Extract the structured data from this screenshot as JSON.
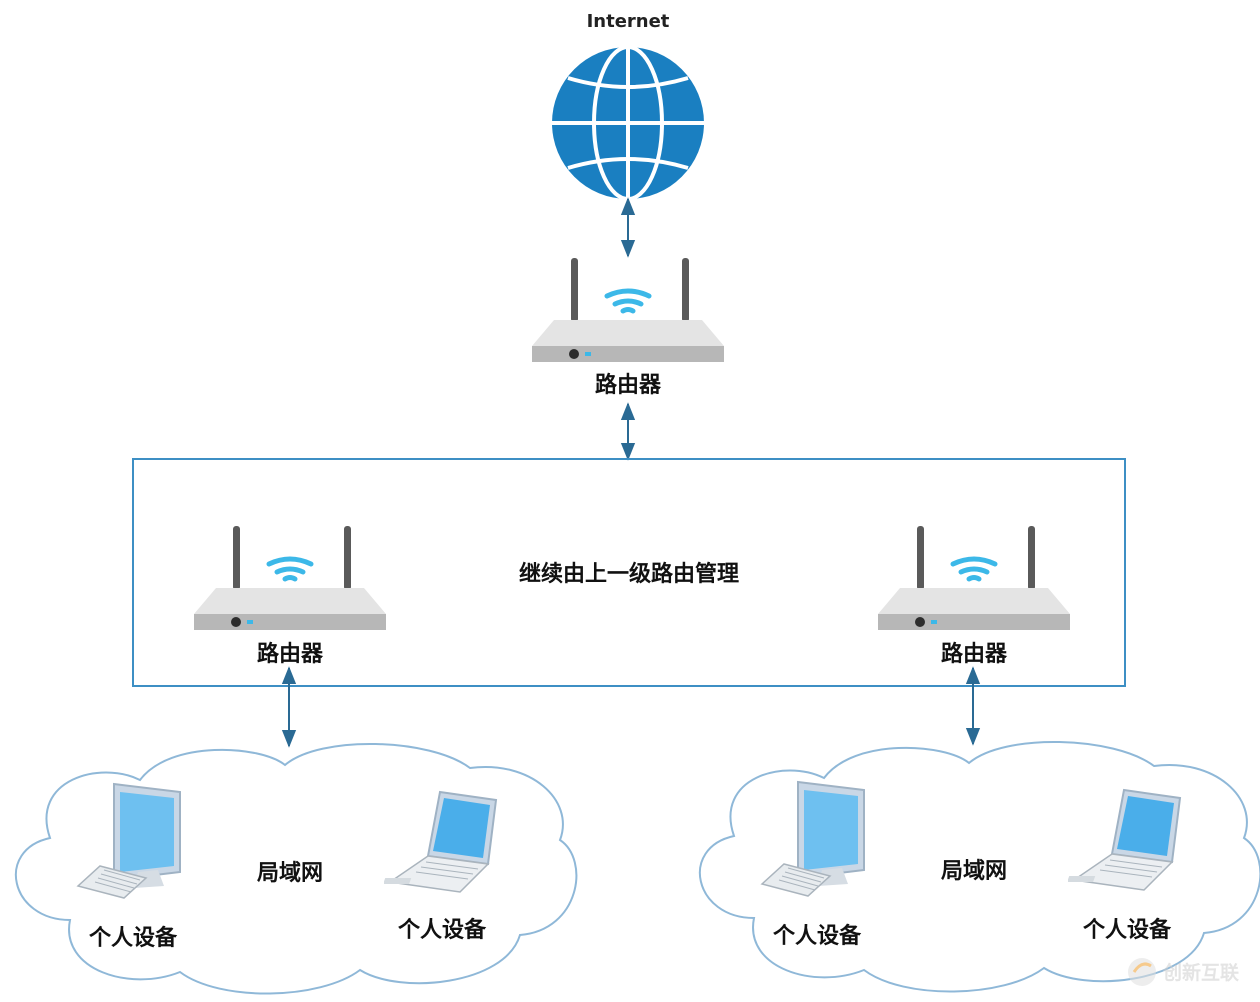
{
  "internet": {
    "label": "Internet"
  },
  "top_router": {
    "label": "路由器"
  },
  "managed_group": {
    "caption": "继续由上一级路由管理",
    "left_router_label": "路由器",
    "right_router_label": "路由器"
  },
  "lan_left": {
    "label": "局域网",
    "desktop_label": "个人设备",
    "laptop_label": "个人设备"
  },
  "lan_right": {
    "label": "局域网",
    "desktop_label": "个人设备",
    "laptop_label": "个人设备"
  },
  "watermark": {
    "text": "创新互联"
  },
  "colors": {
    "globe": "#1a7fc1",
    "arrow": "#2a6a94",
    "box_border": "#3d8fc4",
    "cloud_stroke": "#8fb8d8",
    "router_body": "#b7b7b7",
    "wifi": "#3cb8e8"
  }
}
